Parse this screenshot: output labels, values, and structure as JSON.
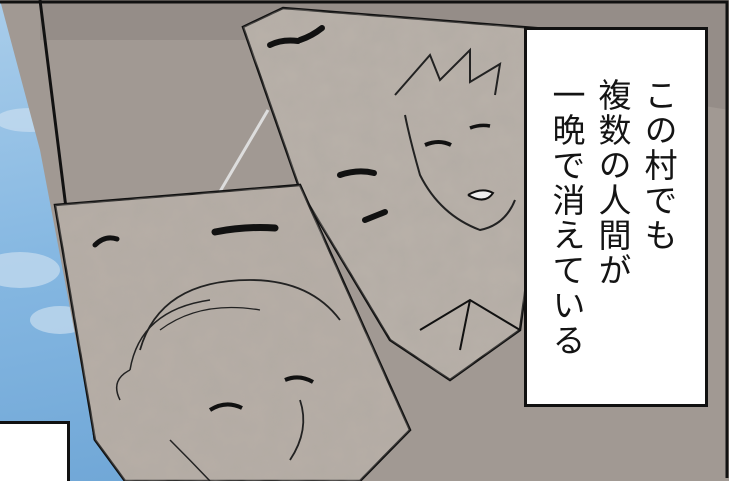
{
  "panel": {
    "caption_lines": [
      "この村でも",
      "複数の人間が",
      "一晩で消えている"
    ]
  },
  "colors": {
    "sky": "#8fc0e6",
    "paper": "#b7aea6",
    "wall": "#9a928c",
    "ink": "#111111"
  },
  "icons": [
    "young-man-photo",
    "old-woman-photo"
  ]
}
